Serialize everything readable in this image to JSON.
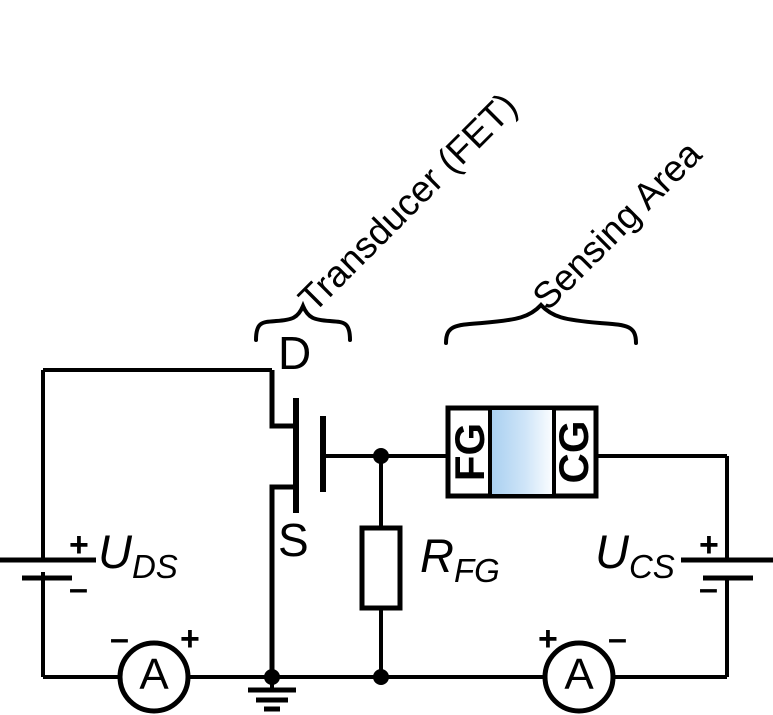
{
  "figure": {
    "type": "circuit-schematic",
    "description": "Floating-gate FET chemical sensor measurement circuit",
    "background_color": "#ffffff",
    "line_color": "#000000"
  },
  "annotations": {
    "transducer": {
      "text": "Transducer (FET)",
      "rotation_deg": -45,
      "brace": "curly-brace-down"
    },
    "sensing_area": {
      "text": "Sensing Area",
      "rotation_deg": -45,
      "brace": "curly-brace-down"
    }
  },
  "fet": {
    "drain_label": "D",
    "source_label": "S",
    "gate_label": ""
  },
  "sensing_cell": {
    "left_plate_label": "FG",
    "right_plate_label": "CG",
    "label_rotation_deg": -90,
    "gradient_from": "#a8cff0",
    "gradient_to": "#fdfeff",
    "border_color": "#000000"
  },
  "resistor": {
    "label_main": "R",
    "label_sub": "FG"
  },
  "sources": [
    {
      "id": "uds",
      "label_main": "U",
      "label_sub": "DS",
      "plus": "+",
      "minus": "–",
      "symbol": "battery"
    },
    {
      "id": "ucs",
      "label_main": "U",
      "label_sub": "CS",
      "plus": "+",
      "minus": "–",
      "symbol": "battery"
    }
  ],
  "ammeters": [
    {
      "id": "ammeter-left",
      "letter": "A",
      "left_terminal": "–",
      "right_terminal": "+"
    },
    {
      "id": "ammeter-right",
      "letter": "A",
      "left_terminal": "+",
      "right_terminal": "–"
    }
  ],
  "ground": {
    "symbol": "earth-ground",
    "bars": 3
  }
}
